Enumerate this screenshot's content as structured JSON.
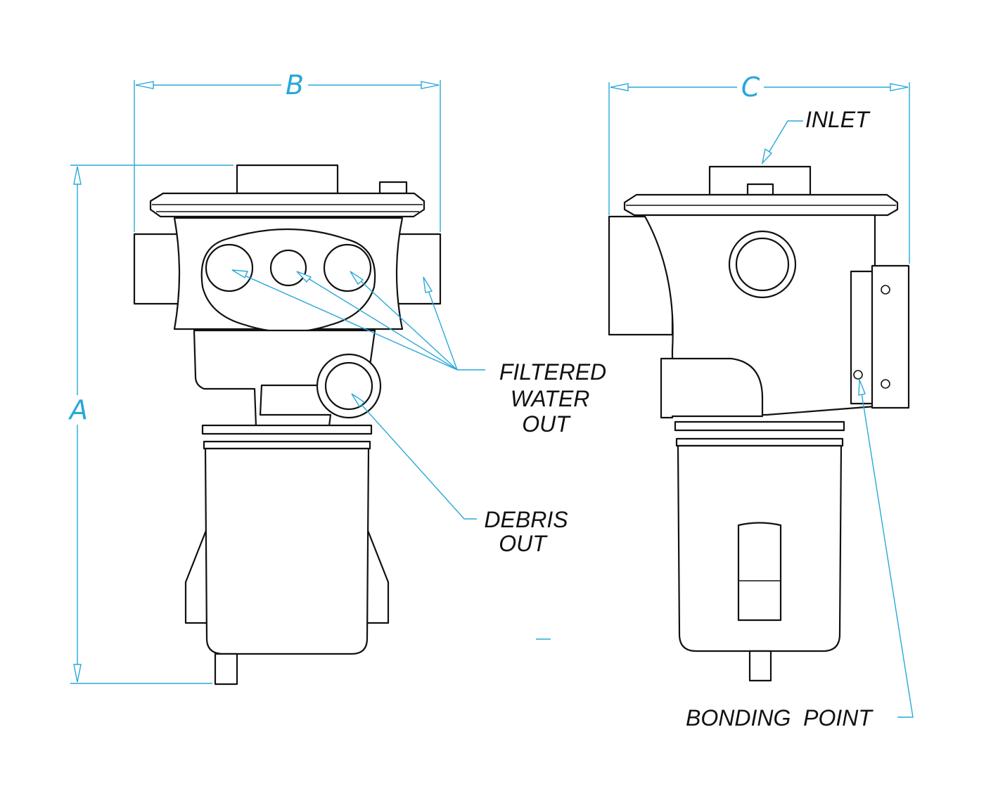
{
  "colors": {
    "line": "#111111",
    "dimension": "#29a8d8",
    "background": "#ffffff"
  },
  "dimensions": {
    "a": "A",
    "b": "B",
    "c": "C"
  },
  "callouts": {
    "inlet": "INLET",
    "filtered_line1": "FILTERED",
    "filtered_line2": "WATER",
    "filtered_line3": "OUT",
    "debris_line1": "DEBRIS",
    "debris_line2": "OUT",
    "bonding": "BONDING  POINT"
  }
}
